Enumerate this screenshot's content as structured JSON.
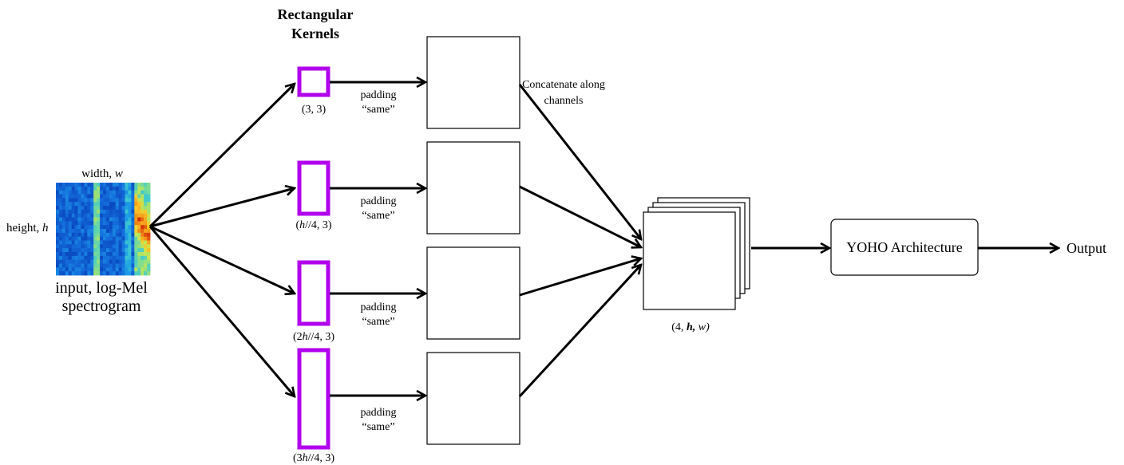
{
  "title": {
    "line1": "Rectangular",
    "line2": "Kernels"
  },
  "input": {
    "width_label": "width, ",
    "width_var": "w",
    "height_label": "height, ",
    "height_var": "h",
    "caption_line1": "input, log-Mel",
    "caption_line2": "spectrogram"
  },
  "kernels": [
    {
      "pre": "(3, 3)",
      "var": "",
      "post": ""
    },
    {
      "pre": "(",
      "var": "h",
      "post": "//4, 3)"
    },
    {
      "pre": "(2",
      "var": "h",
      "post": "//4, 3)"
    },
    {
      "pre": "(3",
      "var": "h",
      "post": "//4, 3)"
    }
  ],
  "padding": {
    "line1": "padding",
    "line2": "“same”"
  },
  "concat": {
    "line1": "Concatenate along",
    "line2": "channels"
  },
  "stack_label": {
    "pre": "(4, ",
    "var1": "h,",
    "mid": " ",
    "var2": "w)"
  },
  "yoho": {
    "label": "YOHO Architecture"
  },
  "output": {
    "label": "Output"
  },
  "colors": {
    "kernel_stroke": "#b000ee",
    "arrow": "#000000"
  }
}
